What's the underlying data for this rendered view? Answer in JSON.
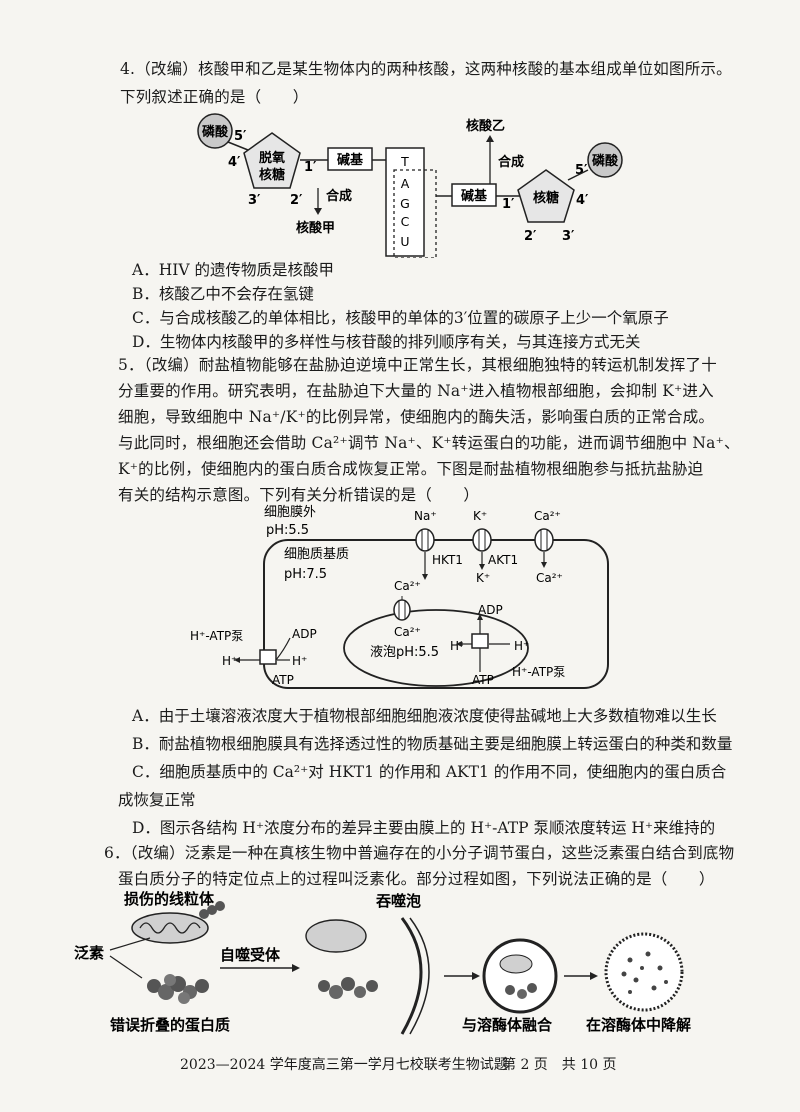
{
  "q4": {
    "stem_line1": "4.（改编）核酸甲和乙是某生物体内的两种核酸，这两种核酸的基本组成单位如图所示。",
    "stem_line2": "下列叙述正确的是（　　）",
    "diagram": {
      "phosphate_left": "磷酸",
      "phosphate_right": "磷酸",
      "deoxyribose_line1": "脱氧",
      "deoxyribose_line2": "核糖",
      "ribose": "核糖",
      "base_left": "碱基",
      "base_right": "碱基",
      "pos5_left": "5′",
      "pos4_left": "4′",
      "pos1_left": "1′",
      "pos3_left": "3′",
      "pos2_left": "2′",
      "pos5_right": "5′",
      "pos4_right": "4′",
      "pos1_right": "1′",
      "pos2_right": "2′",
      "pos3_right": "3′",
      "synth_left": "合成",
      "product_left": "核酸甲",
      "synth_right": "合成",
      "product_right": "核酸乙",
      "bases": [
        "T",
        "A",
        "G",
        "C",
        "U"
      ]
    },
    "options": [
      "A．HIV 的遗传物质是核酸甲",
      "B．核酸乙中不会存在氢键",
      "C．与合成核酸乙的单体相比，核酸甲的单体的3′位置的碳原子上少一个氧原子",
      "D．生物体内核酸甲的多样性与核苷酸的排列顺序有关，与其连接方式无关"
    ]
  },
  "q5": {
    "stem_lines": [
      "5．（改编）耐盐植物能够在盐胁迫逆境中正常生长，其根细胞独特的转运机制发挥了十",
      "分重要的作用。研究表明，在盐胁迫下大量的 Na⁺进入植物根部细胞，会抑制 K⁺进入",
      "细胞，导致细胞中 Na⁺/K⁺的比例异常，使细胞内的酶失活，影响蛋白质的正常合成。",
      "与此同时，根细胞还会借助 Ca²⁺调节 Na⁺、K⁺转运蛋白的功能，进而调节细胞中 Na⁺、",
      "K⁺的比例，使细胞内的蛋白质合成恢复正常。下图是耐盐植物根细胞参与抵抗盐胁迫",
      "有关的结构示意图。下列有关分析错误的是（　　）"
    ],
    "diagram": {
      "outside_label": "细胞膜外",
      "outside_ph": "pH:5.5",
      "matrix_label": "细胞质基质",
      "matrix_ph": "pH:7.5",
      "vacuole_label": "液泡pH:5.5",
      "na_in": "Na⁺",
      "k_in": "K⁺",
      "ca_top": "Ca²⁺",
      "hkt1": "HKT1",
      "akt1": "AKT1",
      "k_out": "K⁺",
      "ca_mid": "Ca²⁺",
      "ca_vac_top": "Ca²⁺",
      "ca_vac_bottom": "Ca²⁺",
      "pump_left": "H⁺-ATP泵",
      "adp_left": "ADP",
      "atp_left": "ATP",
      "h_left_out": "H⁺",
      "h_left_in": "H⁺",
      "adp_right": "ADP",
      "h_right_a": "H⁺",
      "h_right_b": "H⁺",
      "atp_right": "ATP",
      "pump_right": "H⁺-ATP泵"
    },
    "options": [
      "A．由于土壤溶液浓度大于植物根部细胞细胞液浓度使得盐碱地上大多数植物难以生长",
      "B．耐盐植物根细胞膜具有选择透过性的物质基础主要是细胞膜上转运蛋白的种类和数量",
      "C．细胞质基质中的 Ca²⁺对 HKT1 的作用和 AKT1 的作用不同，使细胞内的蛋白质合",
      "成恢复正常",
      "D．图示各结构 H⁺浓度分布的差异主要由膜上的 H⁺-ATP 泵顺浓度转运 H⁺来维持的"
    ]
  },
  "q6": {
    "stem_lines": [
      "6．（改编）泛素是一种在真核生物中普遍存在的小分子调节蛋白，这些泛素蛋白结合到底物",
      "蛋白质分子的特定位点上的过程叫泛素化。部分过程如图，下列说法正确的是（　　）"
    ],
    "diagram": {
      "damaged_mito": "损伤的线粒体",
      "ubiquitin": "泛素",
      "misfolded": "错误折叠的蛋白质",
      "autophagy_receptor": "自噬受体",
      "phagophore": "吞噬泡",
      "fuse": "与溶酶体融合",
      "degrade": "在溶酶体中降解"
    }
  },
  "footer": {
    "title": "2023—2024 学年度高三第一学月七校联考生物试题",
    "page": "第 2 页　共 10 页"
  }
}
